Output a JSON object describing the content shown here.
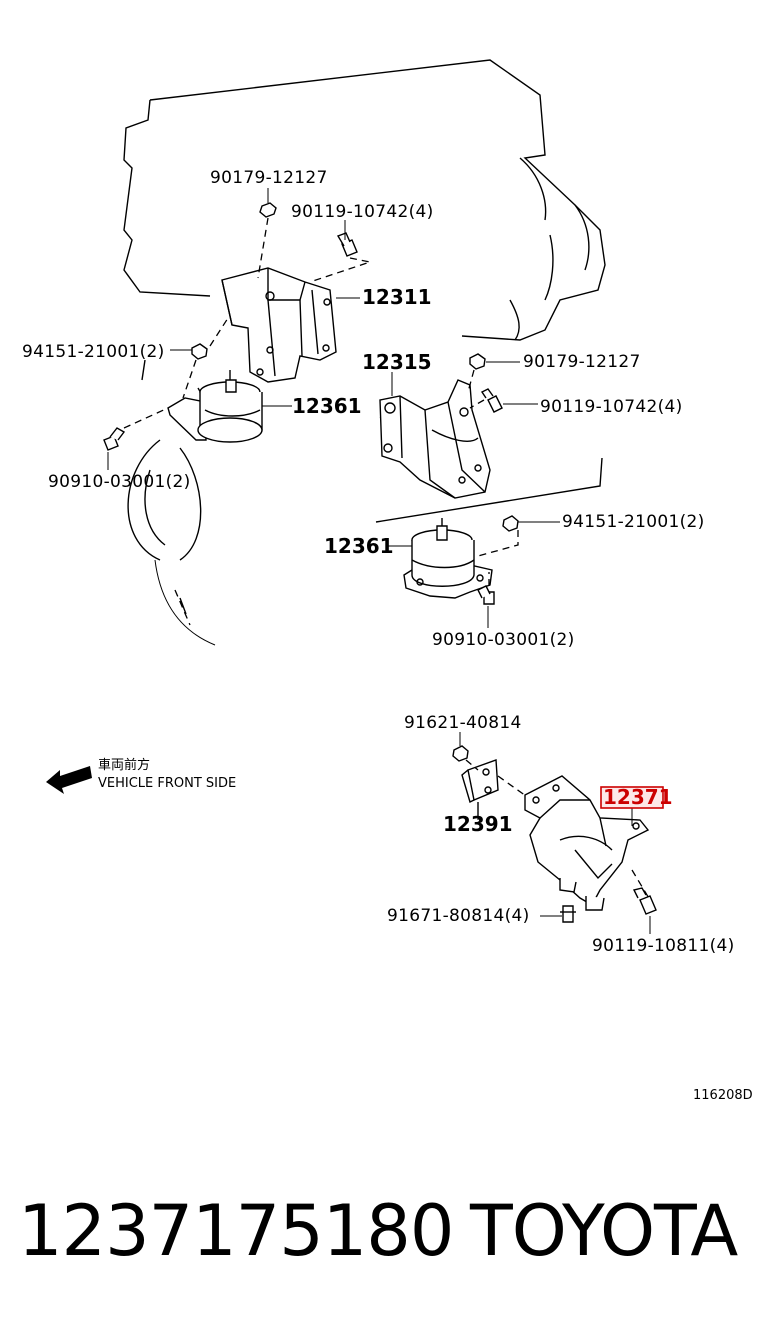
{
  "diagram": {
    "labels": {
      "p1": "90179-12127",
      "p2": "90119-10742(4)",
      "p3": "12311",
      "p4": "94151-21001(2)",
      "p5": "12361",
      "p6": "90910-03001(2)",
      "p7": "12315",
      "p8": "90179-12127",
      "p9": "90119-10742(4)",
      "p10": "94151-21001(2)",
      "p11": "12361",
      "p12": "90910-03001(2)",
      "p13": "91621-40814",
      "p14": "12391",
      "p15": "12371",
      "p16": "91671-80814(4)",
      "p17": "90119-10811(4)"
    },
    "direction": {
      "japanese": "車両前方",
      "english": "VEHICLE FRONT SIDE"
    },
    "highlight_color": "#cc0000",
    "drawing_code": "116208D"
  },
  "footer": {
    "part_number": "1237175180",
    "brand": "TOYOTA"
  }
}
